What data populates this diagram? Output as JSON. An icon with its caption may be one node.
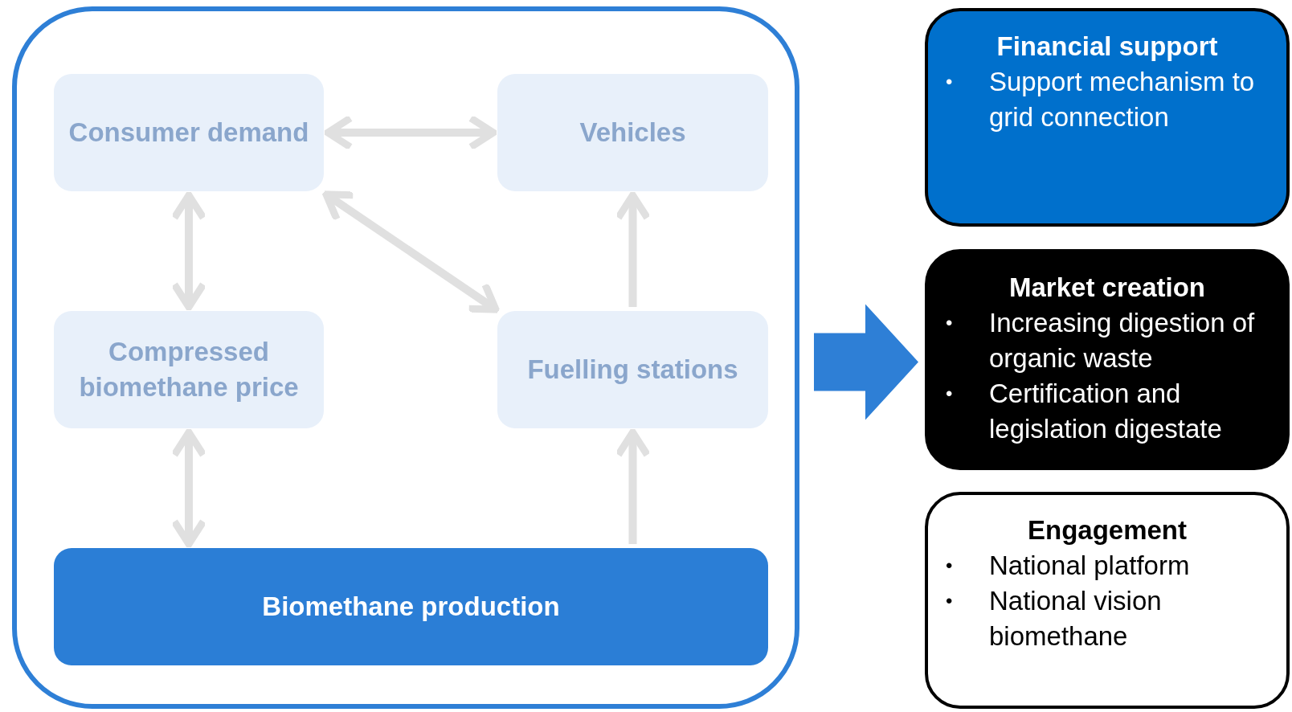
{
  "diagram": {
    "nodes": [
      {
        "text": [],
        "shape": "box"
      },
      {
        "text": [
          "Consumer demand"
        ],
        "in": 0
      },
      {
        "text": [
          "Vehicles"
        ],
        "in": 0
      },
      {
        "text": [
          "Compressed biomethane price"
        ],
        "in": 0
      },
      {
        "text": [
          "Fuelling stations"
        ],
        "in": 0
      },
      {
        "text": [
          "Biomethane production"
        ],
        "in": 0
      },
      {
        "text": [
          "Financial support",
          "•",
          "Support mechanism to grid connection"
        ]
      },
      {
        "text": [
          "Market creation",
          "•",
          "Increasing digestion of organic waste",
          "•",
          "Certification and legislation digestate"
        ]
      },
      {
        "text": [
          "Engagement",
          "•",
          "National platform",
          "•",
          "National vision biomethane"
        ]
      }
    ],
    "edges": [
      {
        "from": 1,
        "to": 2,
        "arrow": "both"
      },
      {
        "from": 1,
        "to": 3,
        "arrow": "both"
      },
      {
        "from": 1,
        "to": 4,
        "arrow": "both"
      },
      {
        "from": 3,
        "to": 5,
        "arrow": "both"
      },
      {
        "from": 5,
        "to": 4,
        "arrow": "to"
      },
      {
        "from": 4,
        "to": 2,
        "arrow": "to"
      },
      {
        "from": 0,
        "to": 7,
        "arrow": "to",
        "color": "#2e7fd6"
      }
    ]
  }
}
